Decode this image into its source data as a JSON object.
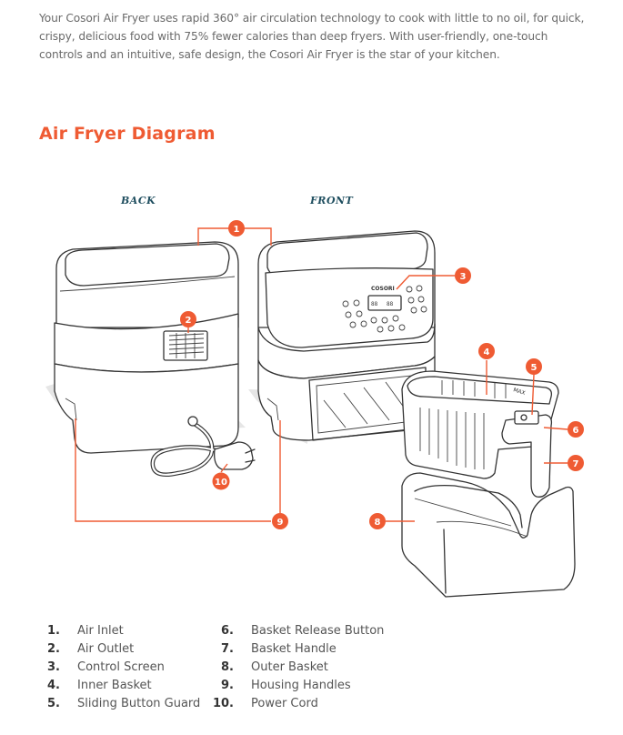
{
  "intro_text": "Your Cosori Air Fryer uses rapid 360° air circulation technology to cook with little to no oil, for quick, crispy, delicious food with 75% fewer calories than deep fryers. With user-friendly, one-touch controls and an intuitive, safe design, the Cosori Air Fryer is the star of your kitchen.",
  "diagram_title": "Air Fryer Diagram",
  "views": {
    "back": "BACK",
    "front": "FRONT"
  },
  "brand_label": "COSORI",
  "basket_max_label": "MAX",
  "colors": {
    "accent": "#ef5b33",
    "label": "#1f4e5f",
    "line": "#333333"
  },
  "callouts": [
    "1",
    "2",
    "3",
    "4",
    "5",
    "6",
    "7",
    "8",
    "9",
    "10"
  ],
  "parts": [
    {
      "num": "1.",
      "name": "Air Inlet"
    },
    {
      "num": "2.",
      "name": "Air Outlet"
    },
    {
      "num": "3.",
      "name": "Control Screen"
    },
    {
      "num": "4.",
      "name": "Inner Basket"
    },
    {
      "num": "5.",
      "name": "Sliding Button Guard"
    },
    {
      "num": "6.",
      "name": "Basket Release Button"
    },
    {
      "num": "7.",
      "name": "Basket Handle"
    },
    {
      "num": "8.",
      "name": "Outer Basket"
    },
    {
      "num": "9.",
      "name": "Housing Handles"
    },
    {
      "num": "10.",
      "name": "Power Cord"
    }
  ]
}
